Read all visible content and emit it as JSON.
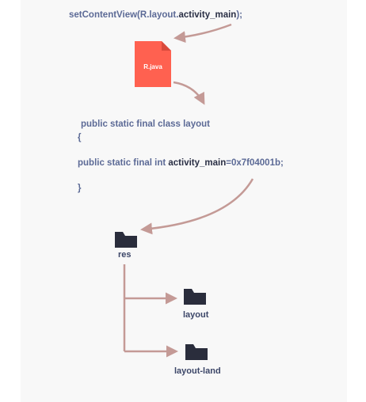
{
  "code_line": {
    "prefix": "setContentView(R.layout.",
    "highlight": "activity_main",
    "suffix": ");"
  },
  "file": {
    "label": "R.java",
    "icon": "file-icon",
    "color": "#ff6150"
  },
  "class_block": {
    "declaration": "public static final class layout",
    "open_brace": "{",
    "field_prefix": "public static final int ",
    "field_name": "activity_main",
    "field_value": "=0x7f04001b;",
    "close_brace": "}"
  },
  "folders": [
    {
      "label": "res",
      "icon": "folder-icon"
    },
    {
      "label": "layout",
      "icon": "folder-icon"
    },
    {
      "label": "layout-land",
      "icon": "folder-icon"
    }
  ],
  "colors": {
    "arrow": "#c49a96",
    "folder": "#2a2d3c",
    "code": "#5c6a96",
    "code_highlight": "#2a2f45"
  }
}
